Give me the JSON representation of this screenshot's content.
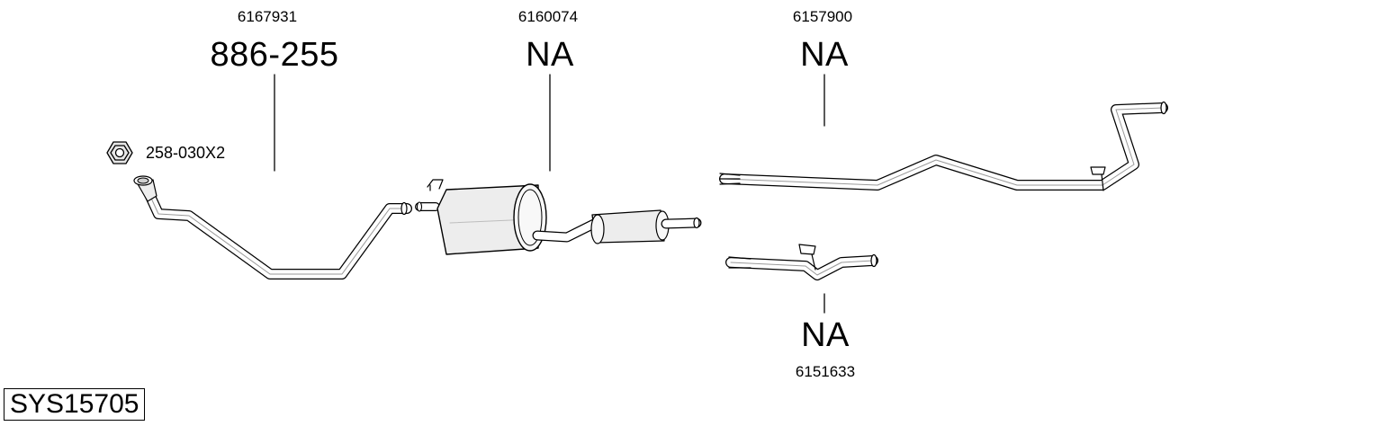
{
  "system_code": "SYS15705",
  "parts": [
    {
      "oem": "6167931",
      "part_number": "886-255"
    },
    {
      "oem": "6160074",
      "part_number": "NA"
    },
    {
      "oem": "6157900",
      "part_number": "NA"
    },
    {
      "oem": "6151633",
      "part_number": "NA"
    }
  ],
  "fitting": {
    "label": "258-030X2",
    "icon": "hex-nut-icon"
  }
}
